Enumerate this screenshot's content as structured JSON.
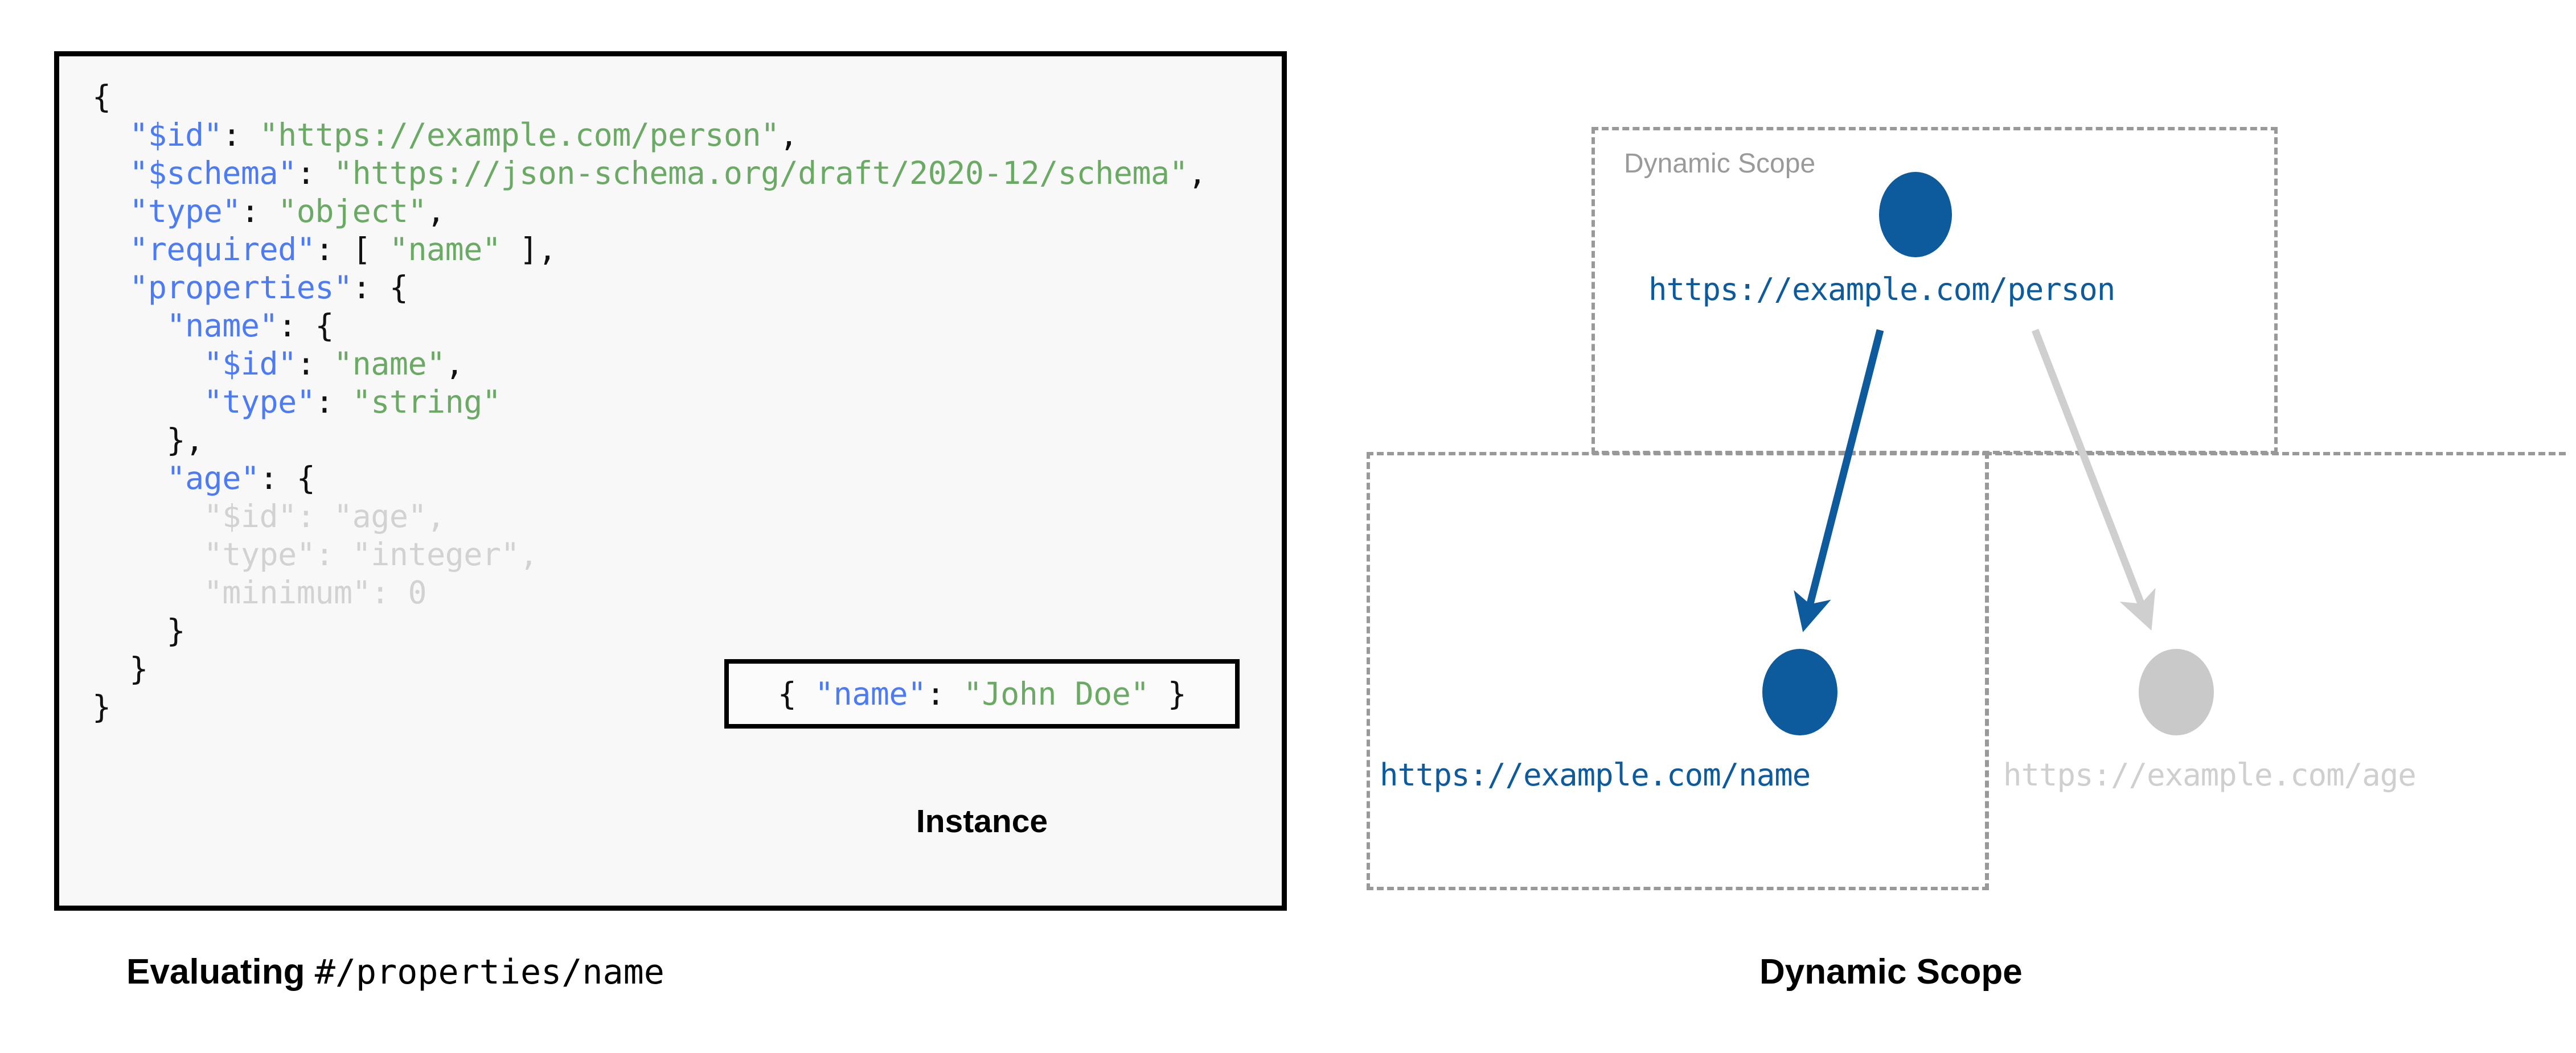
{
  "left": {
    "panel_name": "schema-code-panel",
    "code_lines": [
      [
        {
          "t": "{",
          "c": "p"
        }
      ],
      [
        {
          "t": "  ",
          "c": "p"
        },
        {
          "t": "\"$id\"",
          "c": "k"
        },
        {
          "t": ": ",
          "c": "p"
        },
        {
          "t": "\"https://example.com/person\"",
          "c": "s"
        },
        {
          "t": ",",
          "c": "p"
        }
      ],
      [
        {
          "t": "  ",
          "c": "p"
        },
        {
          "t": "\"$schema\"",
          "c": "k"
        },
        {
          "t": ": ",
          "c": "p"
        },
        {
          "t": "\"https://json-schema.org/draft/2020-12/schema\"",
          "c": "s"
        },
        {
          "t": ",",
          "c": "p"
        }
      ],
      [
        {
          "t": "  ",
          "c": "p"
        },
        {
          "t": "\"type\"",
          "c": "k"
        },
        {
          "t": ": ",
          "c": "p"
        },
        {
          "t": "\"object\"",
          "c": "s"
        },
        {
          "t": ",",
          "c": "p"
        }
      ],
      [
        {
          "t": "  ",
          "c": "p"
        },
        {
          "t": "\"required\"",
          "c": "k"
        },
        {
          "t": ": [ ",
          "c": "p"
        },
        {
          "t": "\"name\"",
          "c": "s"
        },
        {
          "t": " ],",
          "c": "p"
        }
      ],
      [
        {
          "t": "  ",
          "c": "p"
        },
        {
          "t": "\"properties\"",
          "c": "k"
        },
        {
          "t": ": {",
          "c": "p"
        }
      ],
      [
        {
          "t": "    ",
          "c": "p"
        },
        {
          "t": "\"name\"",
          "c": "k"
        },
        {
          "t": ": {",
          "c": "p"
        }
      ],
      [
        {
          "t": "      ",
          "c": "p"
        },
        {
          "t": "\"$id\"",
          "c": "k"
        },
        {
          "t": ": ",
          "c": "p"
        },
        {
          "t": "\"name\"",
          "c": "s"
        },
        {
          "t": ",",
          "c": "p"
        }
      ],
      [
        {
          "t": "      ",
          "c": "p"
        },
        {
          "t": "\"type\"",
          "c": "k"
        },
        {
          "t": ": ",
          "c": "p"
        },
        {
          "t": "\"string\"",
          "c": "s"
        }
      ],
      [
        {
          "t": "    },",
          "c": "p"
        }
      ],
      [
        {
          "t": "    ",
          "c": "p"
        },
        {
          "t": "\"age\"",
          "c": "k"
        },
        {
          "t": ": {",
          "c": "p"
        }
      ],
      [
        {
          "t": "      ",
          "c": "dim-p"
        },
        {
          "t": "\"$id\"",
          "c": "dim-k"
        },
        {
          "t": ": ",
          "c": "dim-p"
        },
        {
          "t": "\"age\"",
          "c": "dim-s"
        },
        {
          "t": ",",
          "c": "dim-p"
        }
      ],
      [
        {
          "t": "      ",
          "c": "dim-p"
        },
        {
          "t": "\"type\"",
          "c": "dim-k"
        },
        {
          "t": ": ",
          "c": "dim-p"
        },
        {
          "t": "\"integer\"",
          "c": "dim-s"
        },
        {
          "t": ",",
          "c": "dim-p"
        }
      ],
      [
        {
          "t": "      ",
          "c": "dim-p"
        },
        {
          "t": "\"minimum\"",
          "c": "dim-k"
        },
        {
          "t": ": ",
          "c": "dim-p"
        },
        {
          "t": "0",
          "c": "dim-s"
        }
      ],
      [
        {
          "t": "    }",
          "c": "p"
        }
      ],
      [
        {
          "t": "  }",
          "c": "p"
        }
      ],
      [
        {
          "t": "}",
          "c": "p"
        }
      ]
    ],
    "instance": {
      "code_parts": [
        {
          "t": "{ ",
          "c": "p"
        },
        {
          "t": "\"name\"",
          "c": "k"
        },
        {
          "t": ": ",
          "c": "p"
        },
        {
          "t": "\"John Doe\"",
          "c": "s"
        },
        {
          "t": " }",
          "c": "p"
        }
      ],
      "label": "Instance"
    },
    "caption_bold": "Evaluating ",
    "caption_mono": "#/properties/name"
  },
  "right": {
    "scope_top_title": "Dynamic Scope",
    "nodes": [
      {
        "id": "person",
        "label": "https://example.com/person",
        "state": "active",
        "color": "#0d5a9c"
      },
      {
        "id": "name",
        "label": "https://example.com/name",
        "state": "active",
        "color": "#0d5a9c"
      },
      {
        "id": "age",
        "label": "https://example.com/age",
        "state": "dimmed",
        "color": "#c9c9c9"
      }
    ],
    "edges": [
      {
        "from": "person",
        "to": "name",
        "state": "active",
        "color": "#0d5a9c"
      },
      {
        "from": "person",
        "to": "age",
        "state": "dimmed",
        "color": "#cfcfcf"
      }
    ],
    "caption": "Dynamic Scope"
  },
  "colors": {
    "json_key": "#4d7bf3",
    "json_string": "#6aaa64",
    "dimmed": "#d2d2d2",
    "node_blue": "#0d5a9c",
    "node_gray": "#c9c9c9",
    "dashed_border": "#999999",
    "panel_bg": "#f8f8f8",
    "panel_border": "#000000"
  }
}
